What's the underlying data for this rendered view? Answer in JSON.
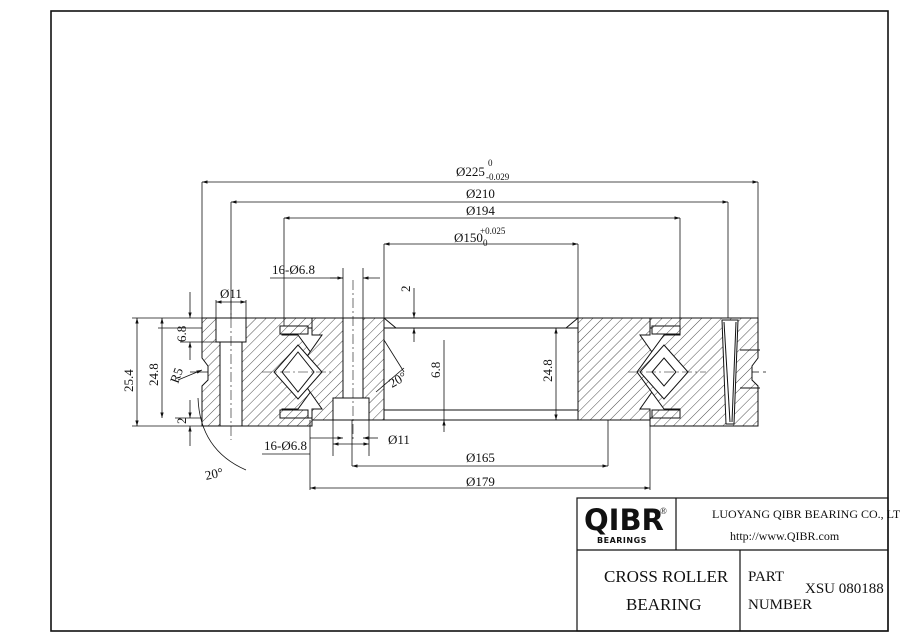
{
  "colors": {
    "line": "#111111",
    "paper": "#ffffff"
  },
  "dims": {
    "d225": "Ø225",
    "d225_upper": "0",
    "d225_lower": "-0.029",
    "d210": "Ø210",
    "d194": "Ø194",
    "d150": "Ø150",
    "d150_upper": "+0.025",
    "d150_lower": "0",
    "holes_top": "16-Ø6.8",
    "holes_bottom": "16-Ø6.8",
    "d11_top": "Ø11",
    "d11_bottom": "Ø11",
    "d165": "Ø165",
    "d179": "Ø179",
    "h25_4": "25.4",
    "h24_8_left": "24.8",
    "h24_8_mid": "24.8",
    "h6_8_left": "6.8",
    "h6_8_mid": "6.8",
    "h2_left": "2",
    "h2_mid": "2",
    "radius": "R5",
    "angle_inner": "20°",
    "angle_outer": "20°"
  },
  "title_block": {
    "logo_text": "QIBR",
    "logo_reg": "®",
    "logo_sub": "BEARINGS",
    "company": "LUOYANG QIBR BEARING CO., LTD",
    "url": "http://www.QIBR.com",
    "product_line1": "CROSS ROLLER",
    "product_line2": "BEARING",
    "part_label_line1": "PART",
    "part_label_line2": "NUMBER",
    "part_number": "XSU 080188"
  }
}
